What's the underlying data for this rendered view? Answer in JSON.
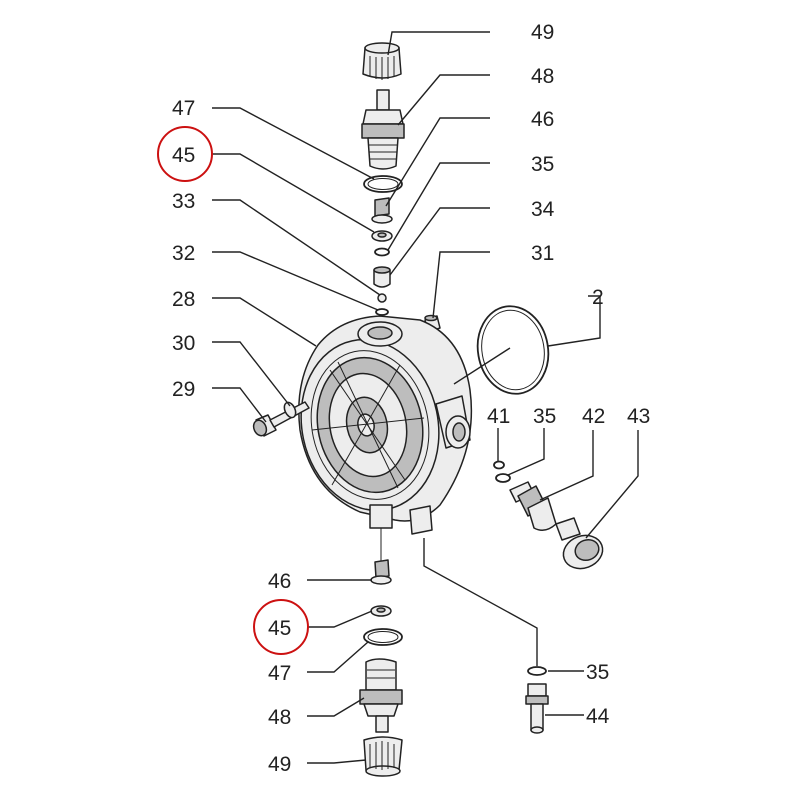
{
  "labels": {
    "l49_top": "49",
    "l48_top": "48",
    "l47_top": "47",
    "l46_top": "46",
    "l45_top": "45",
    "l35_top": "35",
    "l33": "33",
    "l34": "34",
    "l32": "32",
    "l31": "31",
    "l28": "28",
    "l2": "2",
    "l30": "30",
    "l29": "29",
    "l41": "41",
    "l35_mid": "35",
    "l42": "42",
    "l43": "43",
    "l46_bot": "46",
    "l45_bot": "45",
    "l47_bot": "47",
    "l48_bot": "48",
    "l35_bot": "35",
    "l44": "44",
    "l49_bot": "49"
  },
  "highlight_color": "#cc1111",
  "highlighted_parts": [
    "45",
    "45"
  ]
}
